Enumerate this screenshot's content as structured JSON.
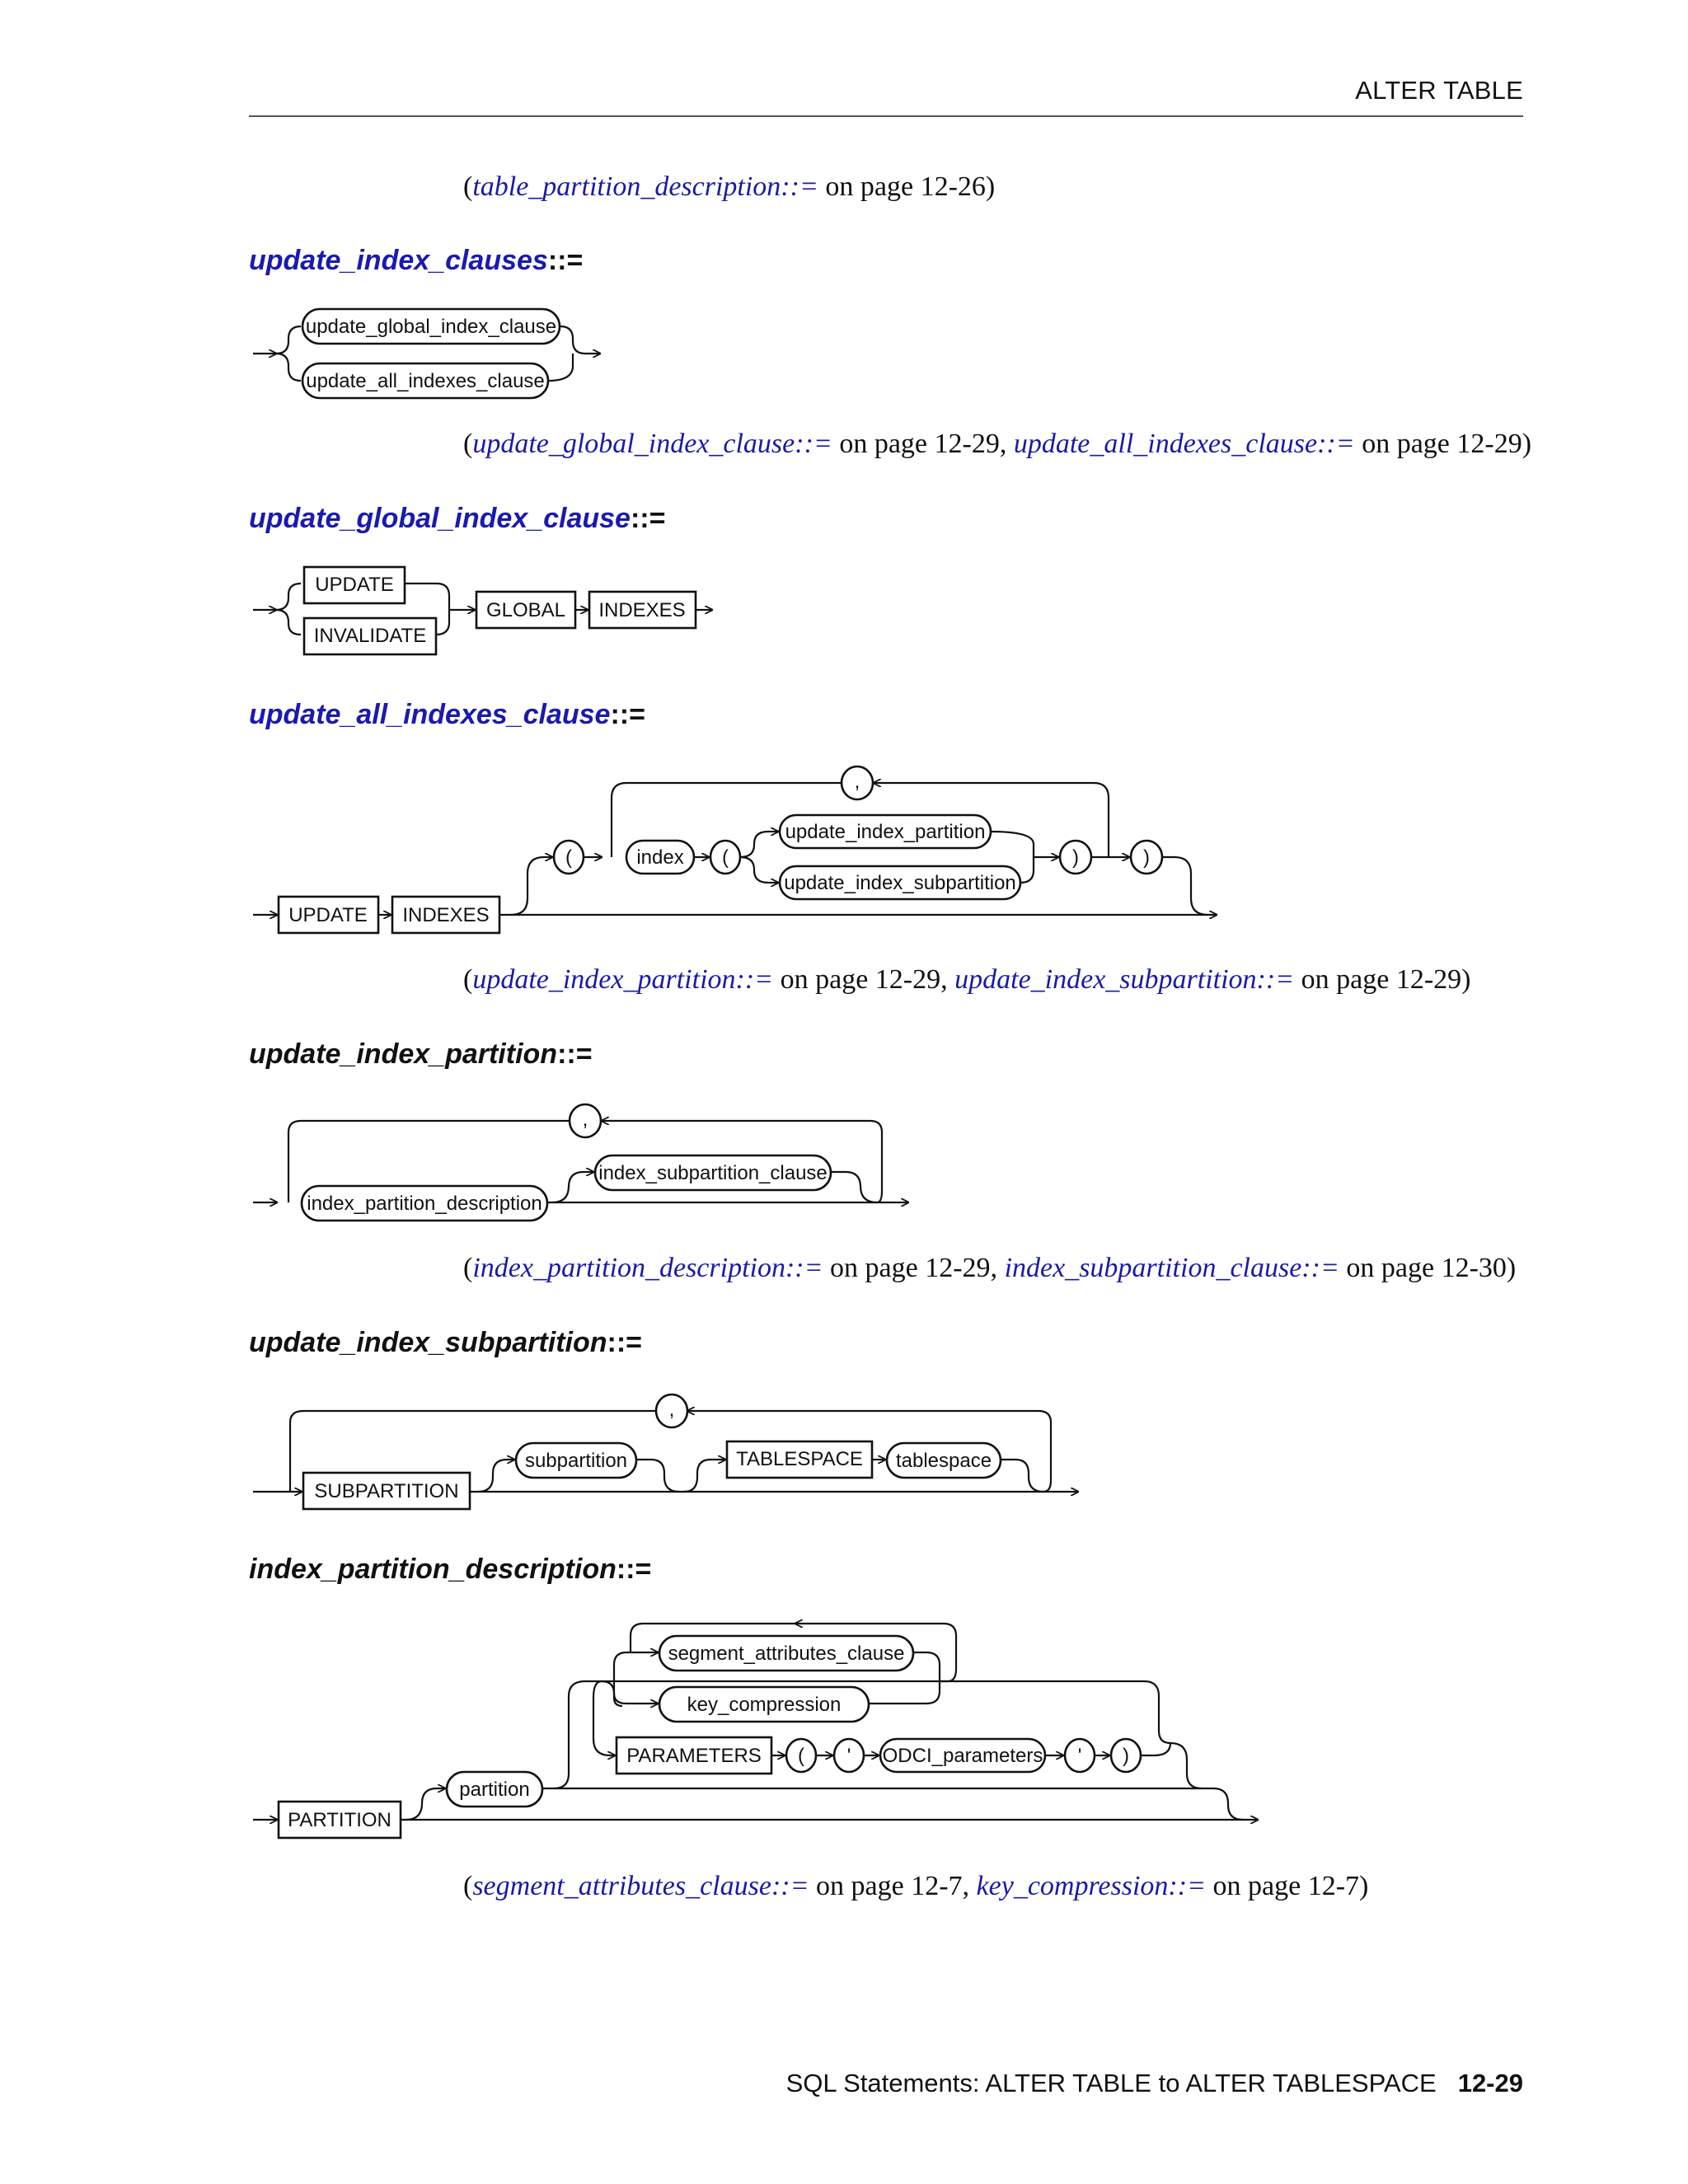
{
  "header": {
    "running_title": "ALTER TABLE"
  },
  "sections": {
    "top_ref": {
      "open": "(",
      "link": "table_partition_description::=",
      "tail": " on page 12-26)"
    },
    "update_index_clauses": {
      "name": "update_index_clauses",
      "suffix": "::=",
      "diagram": [
        "update_global_index_clause",
        "update_all_indexes_clause"
      ],
      "ref": {
        "open": "(",
        "link1": "update_global_index_clause::=",
        "mid": " on page 12-29, ",
        "link2": "update_all_indexes_clause::=",
        "tail": " on page 12-29)"
      }
    },
    "update_global_index_clause": {
      "name": "update_global_index_clause",
      "suffix": "::=",
      "diagram": [
        "UPDATE",
        "INVALIDATE",
        "GLOBAL",
        "INDEXES"
      ]
    },
    "update_all_indexes_clause": {
      "name": "update_all_indexes_clause",
      "suffix": "::=",
      "diagram": [
        "UPDATE",
        "INDEXES",
        "(",
        "index",
        "(",
        "update_index_partition",
        "update_index_subpartition",
        ")",
        ")",
        ","
      ],
      "ref": {
        "open": "(",
        "link1": "update_index_partition::=",
        "mid": " on page 12-29, ",
        "link2": "update_index_subpartition::=",
        "tail": " on page 12-29)"
      }
    },
    "update_index_partition": {
      "name": "update_index_partition",
      "suffix": "::=",
      "diagram": [
        "index_partition_description",
        "index_subpartition_clause",
        ","
      ],
      "ref": {
        "open": "(",
        "link1": "index_partition_description::=",
        "mid": " on page 12-29, ",
        "link2": "index_subpartition_clause::=",
        "tail": " on page 12-30)"
      }
    },
    "update_index_subpartition": {
      "name": "update_index_subpartition",
      "suffix": "::=",
      "diagram": [
        "SUBPARTITION",
        "subpartition",
        "TABLESPACE",
        "tablespace",
        ","
      ]
    },
    "index_partition_description": {
      "name": "index_partition_description",
      "suffix": "::=",
      "diagram": [
        "PARTITION",
        "partition",
        "segment_attributes_clause",
        "key_compression",
        "PARAMETERS",
        "(",
        "'",
        "ODCI_parameters",
        "'",
        ")"
      ],
      "ref": {
        "open": "(",
        "link1": "segment_attributes_clause::=",
        "mid": " on page 12-7, ",
        "link2": "key_compression::=",
        "tail": " on page 12-7)"
      }
    }
  },
  "footer": {
    "title": "SQL Statements: ALTER TABLE to ALTER TABLESPACE",
    "page": "12-29"
  }
}
